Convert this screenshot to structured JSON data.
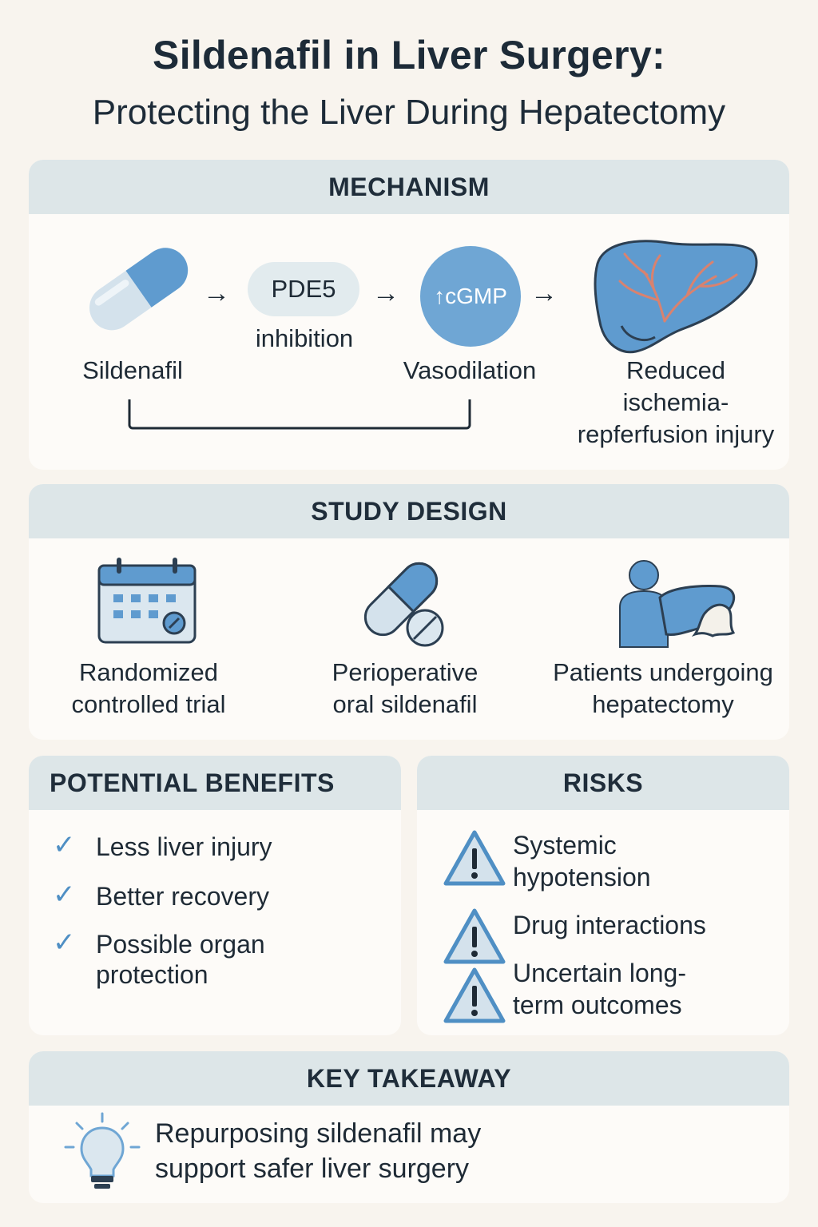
{
  "title": "Sildenafil in Liver Surgery:",
  "subtitle": "Protecting the Liver During Hepatectomy",
  "mechanism": {
    "heading": "MECHANISM",
    "sildenafil_label": "Sildenafil",
    "pde5_label": "PDE5",
    "inhibition_label": "inhibition",
    "cgmp_label": "↑cGMP",
    "vasodilation_label": "Vasodilation",
    "outcome_lines": [
      "Reduced",
      "ischemia-",
      "repferfusion injury"
    ],
    "arrow": "→"
  },
  "study_design": {
    "heading": "STUDY DESIGN",
    "items": [
      {
        "lines": [
          "Randomized",
          "controlled trial"
        ],
        "icon": "calendar-icon"
      },
      {
        "lines": [
          "Perioperative",
          "oral sildenafil"
        ],
        "icon": "pill-icon"
      },
      {
        "lines": [
          "Patients undergoing",
          "hepatectomy"
        ],
        "icon": "patient-liver-icon"
      }
    ]
  },
  "benefits": {
    "heading": "POTENTIAL BENEFITS",
    "check_glyph": "✓",
    "items": [
      {
        "lines": [
          "Less liver injury"
        ]
      },
      {
        "lines": [
          "Better recovery"
        ]
      },
      {
        "lines": [
          "Possible organ",
          "protection"
        ]
      }
    ]
  },
  "risks": {
    "heading": "RISKS",
    "items": [
      {
        "lines": [
          "Systemic",
          "hypotension"
        ]
      },
      {
        "lines": [
          "Drug interactions"
        ]
      },
      {
        "lines": [
          "Uncertain long-",
          "term outcomes"
        ]
      }
    ]
  },
  "takeaway": {
    "heading": "KEY TAKEAWAY",
    "lines": [
      "Repurposing sildenafil may",
      "support safer liver surgery"
    ]
  },
  "colors": {
    "background": "#f8f4ee",
    "header_band": "#dde6e8",
    "accent_blue": "#6fa6d4",
    "dark_blue": "#4f8fc4",
    "liver_red": "#d9826f"
  }
}
